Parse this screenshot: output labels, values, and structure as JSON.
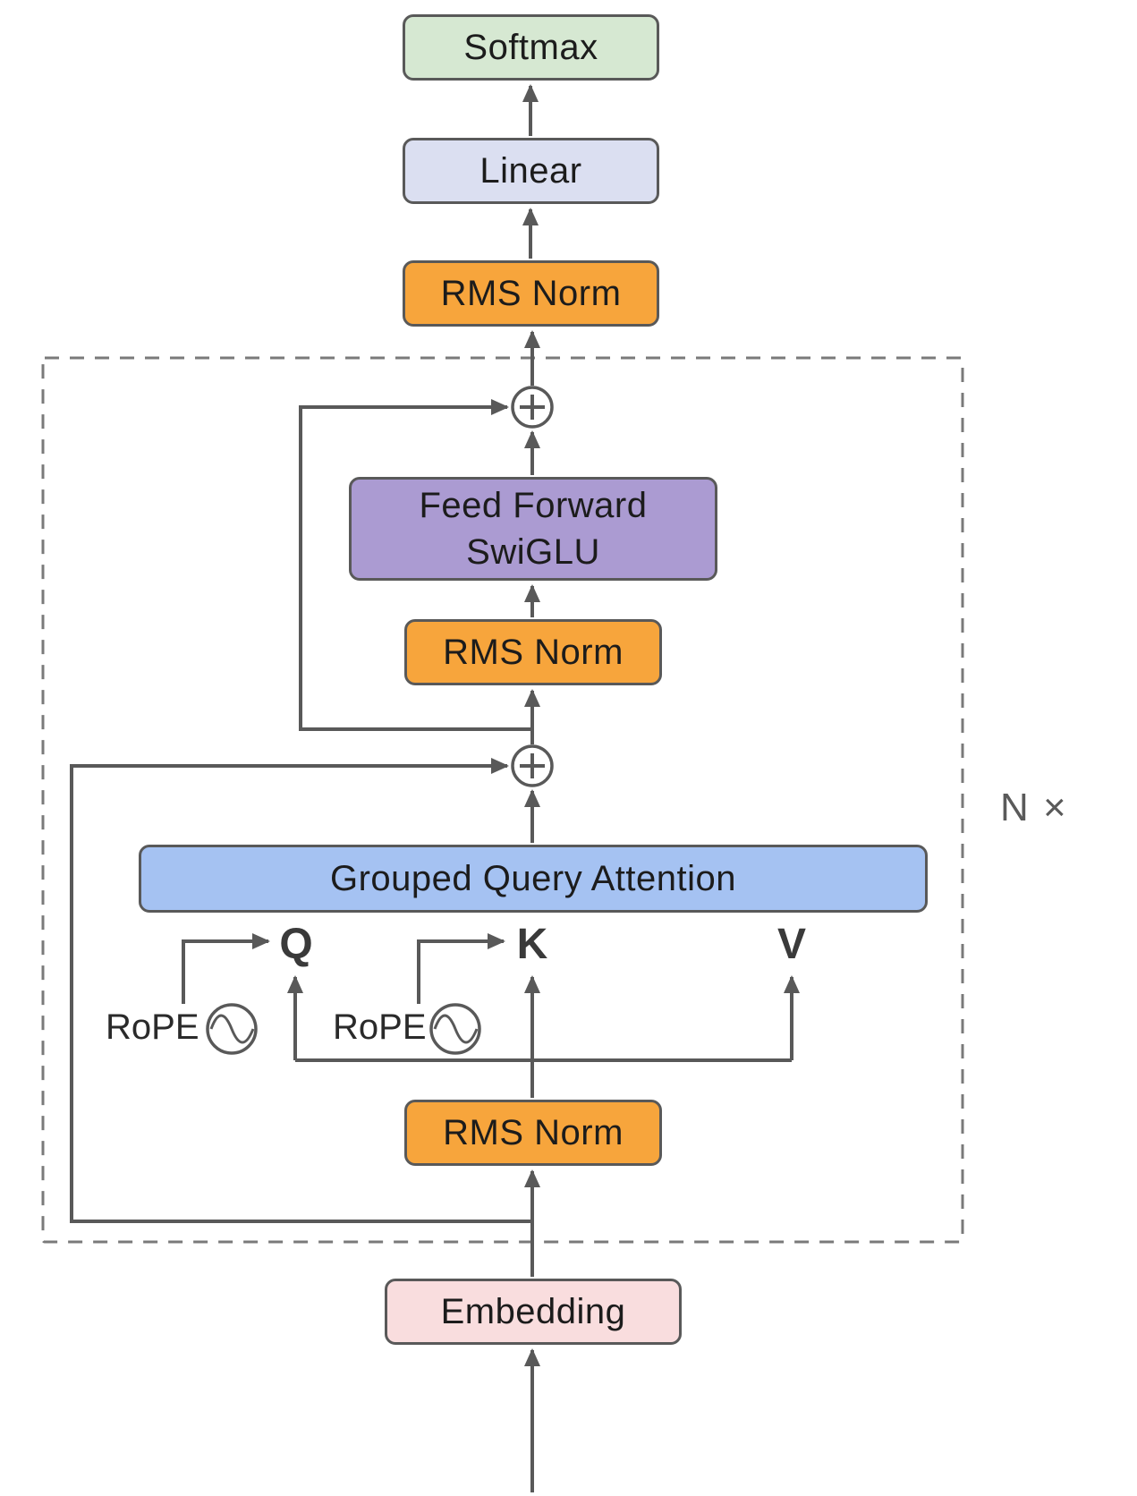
{
  "boxes": {
    "softmax": {
      "label": "Softmax",
      "fill": "#D6E8D2"
    },
    "linear": {
      "label": "Linear",
      "fill": "#DBDFF1"
    },
    "rms_norm_top": {
      "label": "RMS Norm",
      "fill": "#F7A53C"
    },
    "feed_forward": {
      "label_line1": "Feed Forward",
      "label_line2": "SwiGLU",
      "fill": "#AB9BD2"
    },
    "rms_norm_mid": {
      "label": "RMS Norm",
      "fill": "#F7A53C"
    },
    "grouped_query_attention": {
      "label": "Grouped Query Attention",
      "fill": "#A5C2F2"
    },
    "rms_norm_bottom": {
      "label": "RMS Norm",
      "fill": "#F7A53C"
    },
    "embedding": {
      "label": "Embedding",
      "fill": "#F9DDDE"
    }
  },
  "labels": {
    "repeat_count": "N ×",
    "query": "Q",
    "key": "K",
    "value": "V",
    "rope_query": "RoPE",
    "rope_key": "RoPE"
  },
  "icons": {
    "residual_add_top": "plus-circle",
    "residual_add_attention": "plus-circle",
    "rope_query_icon": "sine-wave-circle",
    "rope_key_icon": "sine-wave-circle"
  },
  "colors": {
    "connector": "#595959",
    "box_border": "#595959",
    "dashed_border": "#7A7A7A",
    "text": "#1C1C1C"
  }
}
